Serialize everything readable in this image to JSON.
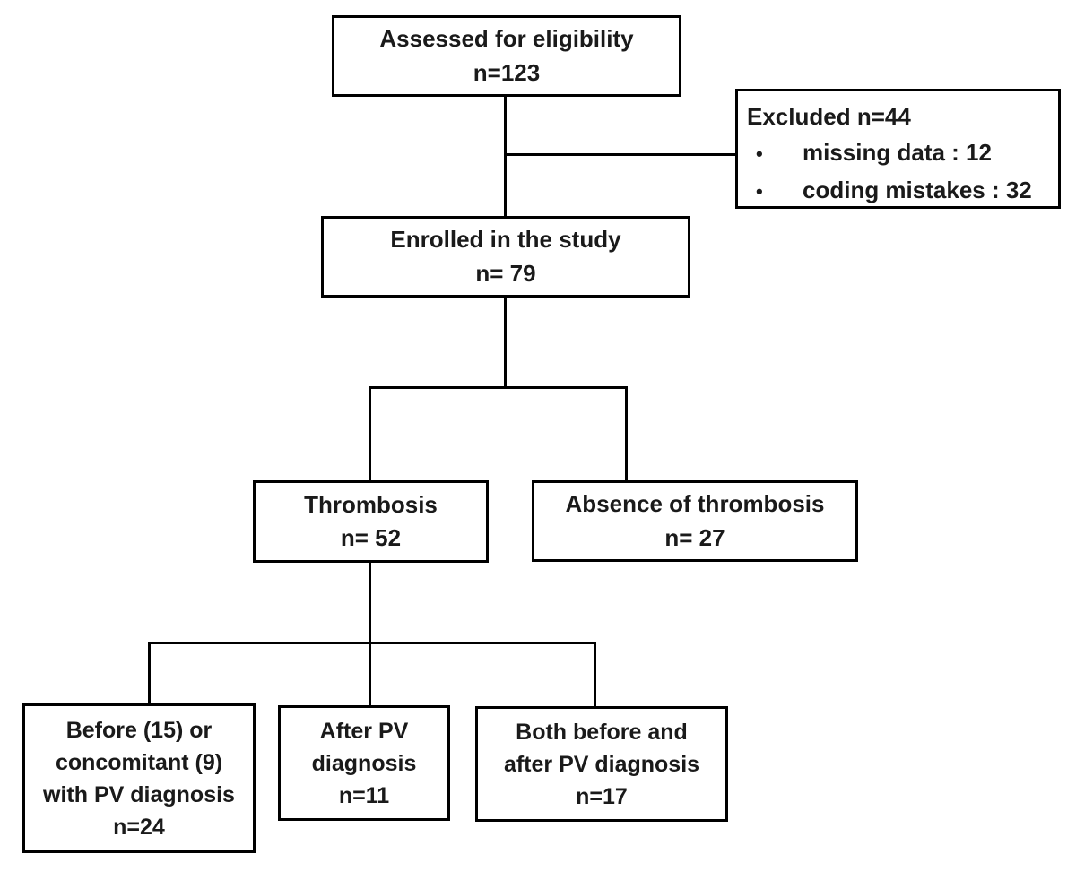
{
  "diagram": {
    "type": "study-flow-diagram",
    "colors": {
      "background": "#ffffff",
      "border": "#000000",
      "line": "#000000",
      "text": "#1a1a1a"
    },
    "bullet": "•",
    "boxes": {
      "assessed": {
        "lines": [
          "Assessed for eligibility",
          "n=123"
        ]
      },
      "excluded": {
        "title": "Excluded n=44",
        "items": [
          "missing data : 12",
          "coding mistakes : 32"
        ]
      },
      "enrolled": {
        "lines": [
          "Enrolled in the study",
          "n= 79"
        ]
      },
      "thrombosis": {
        "lines": [
          "Thrombosis",
          "n= 52"
        ]
      },
      "absence": {
        "lines": [
          "Absence of thrombosis",
          "n= 27"
        ]
      },
      "before_concomitant": {
        "lines": [
          "Before (15) or",
          "concomitant (9)",
          "with PV diagnosis",
          "n=24"
        ]
      },
      "after_diagnosis": {
        "lines": [
          "After PV",
          "diagnosis",
          "n=11"
        ]
      },
      "both_before_after": {
        "lines": [
          "Both before and",
          "after PV diagnosis",
          "n=17"
        ]
      }
    }
  }
}
